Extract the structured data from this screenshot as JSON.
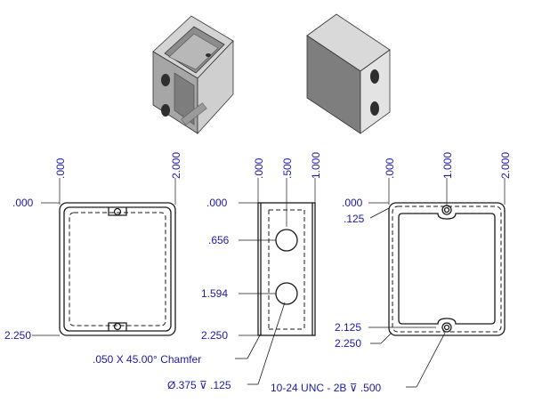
{
  "views": {
    "front": {
      "top_dims": [
        ".000",
        "2.000"
      ],
      "left_dims": [
        ".000",
        "2.250"
      ]
    },
    "side": {
      "top_dims": [
        ".000",
        ".500",
        "1.000"
      ],
      "left_dims": [
        ".000",
        ".656",
        "1.594",
        "2.250"
      ]
    },
    "back": {
      "top_dims": [
        ".000",
        "1.000",
        "2.000"
      ],
      "left_dims": [
        ".000",
        ".125",
        "2.125",
        "2.250"
      ]
    }
  },
  "notes": {
    "chamfer": ".050 X 45.00° Chamfer",
    "hole": "Ø.375 ⊽ .125",
    "thread": "10-24 UNC - 2B ⊽ .500"
  },
  "colors": {
    "dimension_text": "#1a1aa6",
    "linework": "#1a1a1a",
    "iso_face_top": "#d7d7d7",
    "iso_face_front": "#9a9a9a",
    "iso_face_side": "#7a7a7a"
  }
}
